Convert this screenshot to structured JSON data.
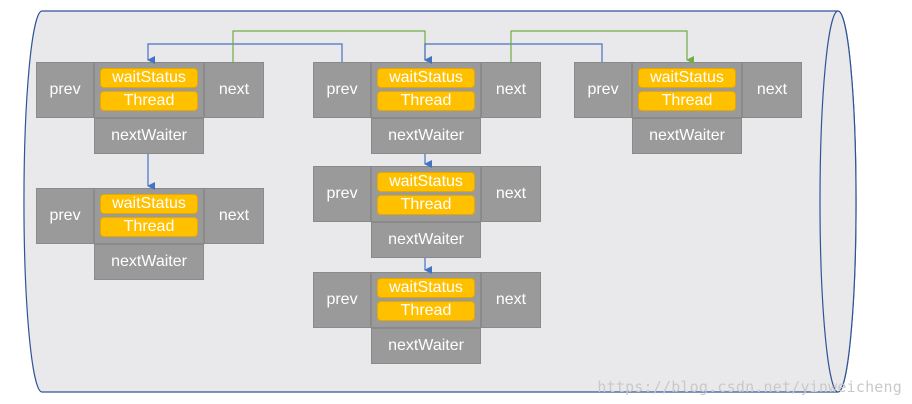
{
  "nodes": [
    {
      "prev": "prev",
      "status": "waitStatus",
      "thread": "Thread",
      "next": "next",
      "waiter": "nextWaiter"
    },
    {
      "prev": "prev",
      "status": "waitStatus",
      "thread": "Thread",
      "next": "next",
      "waiter": "nextWaiter"
    },
    {
      "prev": "prev",
      "status": "waitStatus",
      "thread": "Thread",
      "next": "next",
      "waiter": "nextWaiter"
    },
    {
      "prev": "prev",
      "status": "waitStatus",
      "thread": "Thread",
      "next": "next",
      "waiter": "nextWaiter"
    },
    {
      "prev": "prev",
      "status": "waitStatus",
      "thread": "Thread",
      "next": "next",
      "waiter": "nextWaiter"
    },
    {
      "prev": "prev",
      "status": "waitStatus",
      "thread": "Thread",
      "next": "next",
      "waiter": "nextWaiter"
    }
  ],
  "colors": {
    "cylinder_fill": "#e9e9ec",
    "cylinder_stroke": "#2f5597",
    "cell_fill": "#9a9a9a",
    "tag_fill": "#ffc000",
    "prev_arrow": "#4472c4",
    "next_arrow": "#70ad47",
    "waiter_arrow": "#4472c4"
  },
  "watermark": "https://blog.csdn.net/yinweicheng"
}
